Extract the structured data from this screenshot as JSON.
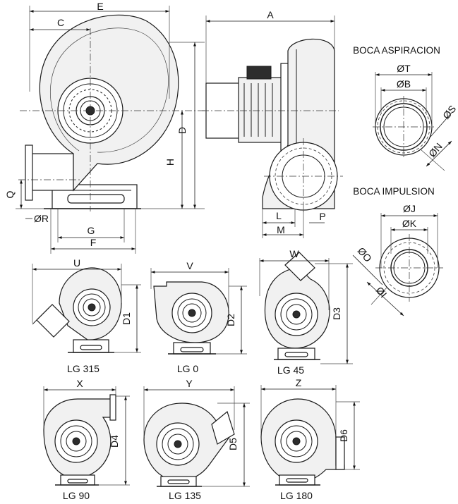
{
  "main_view": {
    "labels": {
      "E": "E",
      "C": "C",
      "D": "D",
      "H": "H",
      "Q": "Q",
      "R": "R",
      "G": "G",
      "F": "F"
    }
  },
  "side_view": {
    "labels": {
      "A": "A",
      "L": "L",
      "M": "M",
      "P": "P"
    }
  },
  "inlet_detail": {
    "title": "BOCA ASPIRACION",
    "labels": {
      "T": "T",
      "B": "B",
      "S": "S",
      "N": "N"
    }
  },
  "outlet_detail": {
    "title": "BOCA IMPULSION",
    "labels": {
      "J": "J",
      "K": "K",
      "O": "O",
      "I": "I"
    }
  },
  "diameter_symbol": "Ø",
  "orientations": [
    {
      "caption": "LG 315",
      "width_label": "U",
      "height_label": "D1"
    },
    {
      "caption": "LG 0",
      "width_label": "V",
      "height_label": "D2"
    },
    {
      "caption": "LG 45",
      "width_label": "W",
      "height_label": "D3"
    },
    {
      "caption": "LG 90",
      "width_label": "X",
      "height_label": "D4"
    },
    {
      "caption": "LG 135",
      "width_label": "Y",
      "height_label": "D5"
    },
    {
      "caption": "LG 180",
      "width_label": "Z",
      "height_label": "D6"
    }
  ]
}
